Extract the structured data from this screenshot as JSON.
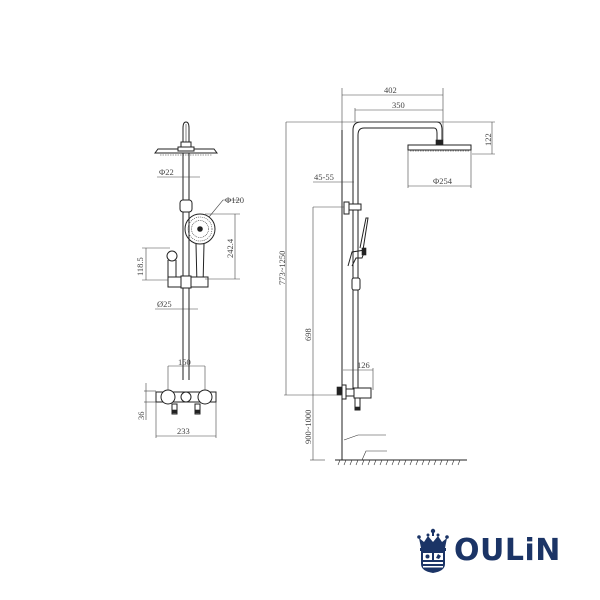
{
  "brand": {
    "name": "OULIN",
    "display_text": "OULiN",
    "color": "#1b3466"
  },
  "front_view": {
    "dimensions": {
      "rod_diameter": "Φ22",
      "hand_shower_diameter": "Φ120",
      "hand_shower_height": "242.4",
      "holder_height": "118.5",
      "slider_diameter": "Ø25",
      "valve_centers": "150",
      "valve_height": "36",
      "valve_width": "233"
    }
  },
  "side_view": {
    "dimensions": {
      "arm_total": "402",
      "arm_reach": "350",
      "head_height": "122",
      "head_diameter": "Φ254",
      "wall_offset": "45-55",
      "total_height": "773~1250",
      "rail_height": "698",
      "valve_projection": "126",
      "install_height": "900~1000"
    }
  },
  "colors": {
    "line": "#222222",
    "dimension": "#444444"
  }
}
